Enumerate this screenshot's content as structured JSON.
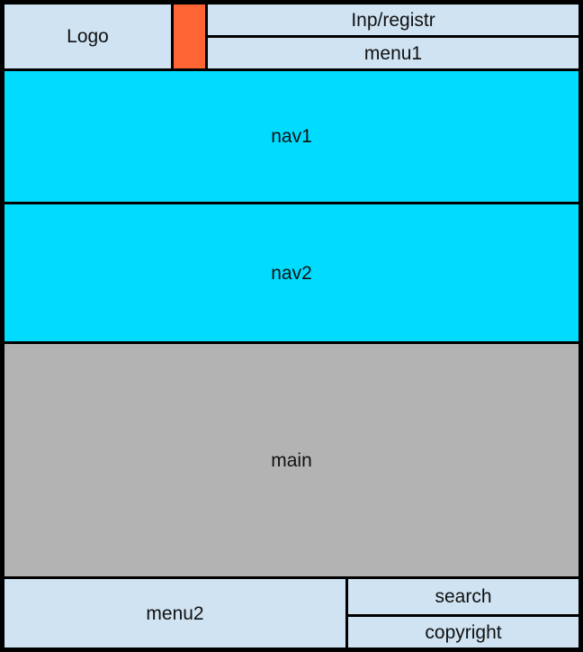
{
  "colors": {
    "light_block": "#cfe3f2",
    "nav_block": "#00dcff",
    "main_block": "#b3b3b3",
    "accent_block": "#ff6434",
    "border": "#000000"
  },
  "blocks": {
    "logo": "Logo",
    "login_register": "Inp/registr",
    "menu1": "menu1",
    "nav1": "nav1",
    "nav2": "nav2",
    "main": "main",
    "menu2": "menu2",
    "search": "search",
    "copyright": "copyright"
  }
}
